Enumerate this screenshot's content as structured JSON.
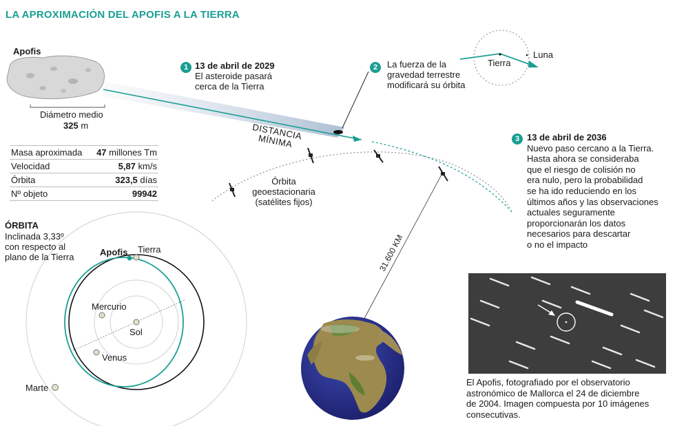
{
  "title": "LA APROXIMACIÓN DEL APOFIS A LA TIERRA",
  "asteroid": {
    "name": "Apofis",
    "diameter_label": "Diámetro medio",
    "diameter_value": "325",
    "diameter_unit": "m"
  },
  "stats": [
    {
      "label": "Masa aproximada",
      "value": "47",
      "unit": "millones Tm"
    },
    {
      "label": "Velocidad",
      "value": "5,87",
      "unit": "km/s"
    },
    {
      "label": "Órbita",
      "value": "323,5",
      "unit": "días"
    },
    {
      "label": "Nº objeto",
      "value": "99942",
      "unit": ""
    }
  ],
  "steps": [
    {
      "num": "1",
      "title": "13 de abril de 2029",
      "lines": [
        "El asteroide pasará",
        "cerca de la Tierra"
      ]
    },
    {
      "num": "2",
      "lines": [
        "La fuerza de la",
        "gravedad terrestre",
        "modificará su órbita"
      ]
    },
    {
      "num": "3",
      "title": "13 de abril de 2036",
      "lines": [
        "Nuevo paso cercano a la Tierra.",
        "Hasta ahora se consideraba",
        "que el riesgo de colisión no",
        "era nulo, pero la probabilidad",
        "se ha ido reduciendo en los",
        "últimos años y las observaciones",
        "actuales seguramente",
        "proporcionarán los datos",
        "necesarios para descartar",
        "o no el impacto"
      ]
    }
  ],
  "approach": {
    "distance_label": [
      "DISTANCIA",
      "MÍNIMA"
    ],
    "distance_km": "31.600 KM",
    "geo_orbit": [
      "Órbita",
      "geoestacionaria",
      "(satélites fijos)"
    ],
    "earth": "Tierra",
    "moon": "Luna"
  },
  "orbit": {
    "heading": "ÓRBITA",
    "desc": [
      "Inclinada 3,33º",
      "con respecto al",
      "plano de la Tierra"
    ],
    "apofis": "Apofis",
    "tierra": "Tierra",
    "mercurio": "Mercurio",
    "sol": "Sol",
    "venus": "Venus",
    "marte": "Marte"
  },
  "photo_caption": [
    "El Apofis, fotografiado por el observatorio",
    "astronómico de Mallorca el 24 de diciembre",
    "de 2004. Imagen compuesta por 10 imágenes",
    "consecutivas."
  ],
  "colors": {
    "accent": "#1a9e93",
    "text": "#1a1a1a",
    "ocean": "#2b2f8f"
  }
}
